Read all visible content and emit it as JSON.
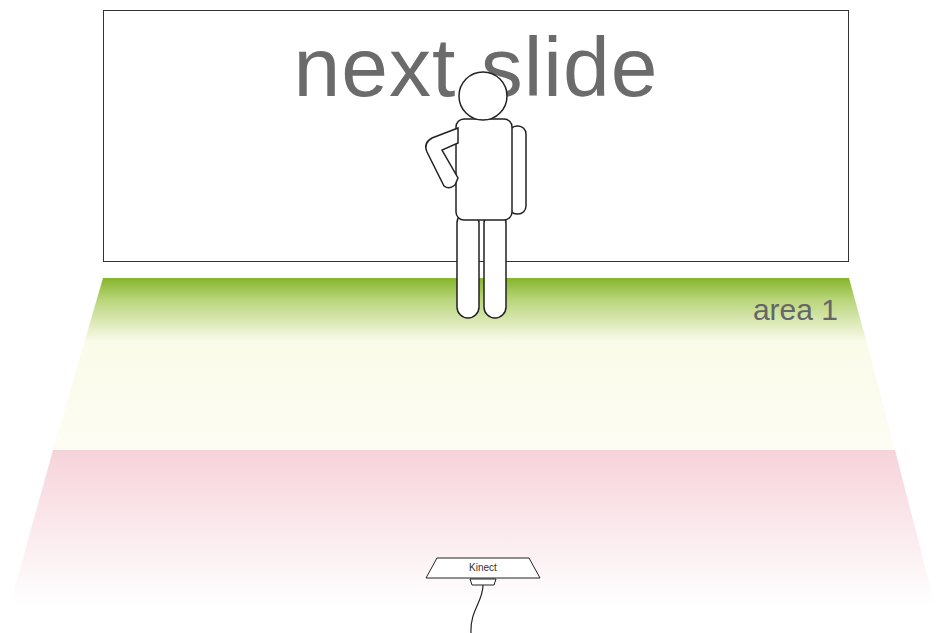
{
  "diagram": {
    "nodes": [
      {
        "text": [
          "next slide"
        ]
      },
      {
        "text": [
          "area 1"
        ]
      },
      {
        "text": [
          "Kinect"
        ]
      }
    ]
  }
}
